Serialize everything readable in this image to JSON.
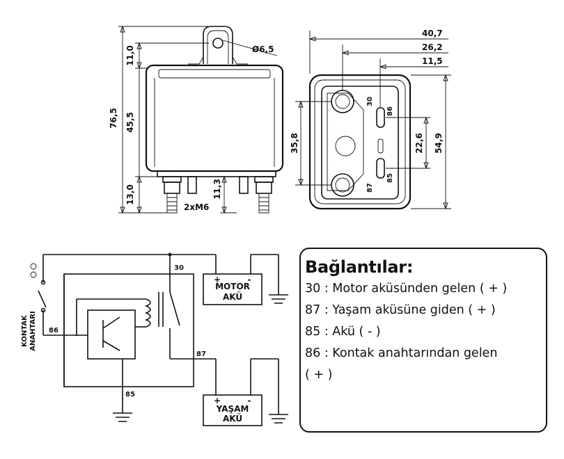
{
  "dimensions": {
    "hole_diameter": "Ø6,5",
    "top_11": "11,0",
    "height_76": "76,5",
    "body_45": "45,5",
    "bottom_13": "13,0",
    "stud_11": "11,3",
    "studs": "2xM6",
    "width_40": "40,7",
    "width_26": "26,2",
    "width_11": "11,5",
    "height_54": "54,9",
    "span_35": "35,8",
    "span_22": "22,6",
    "pin_30": "30",
    "pin_86": "86",
    "pin_87": "87",
    "pin_85": "85"
  },
  "schematic": {
    "ignition_label_1": "KONTAK",
    "ignition_label_2": "ANAHTARI",
    "pin_30": "30",
    "pin_86": "86",
    "pin_87": "87",
    "pin_85": "85",
    "motor_battery_1": "MOTOR",
    "motor_battery_2": "AKÜ",
    "life_battery_1": "YAŞAM",
    "life_battery_2": "AKÜ",
    "plus": "+",
    "minus": "-"
  },
  "connections": {
    "title": "Bağlantılar:",
    "rows": [
      "30  : Motor aküsünden gelen ( + )",
      "87 : Yaşam aküsüne giden ( + )",
      "85 : Akü ( - )",
      "86  : Kontak anahtarından gelen",
      "( + )"
    ]
  }
}
